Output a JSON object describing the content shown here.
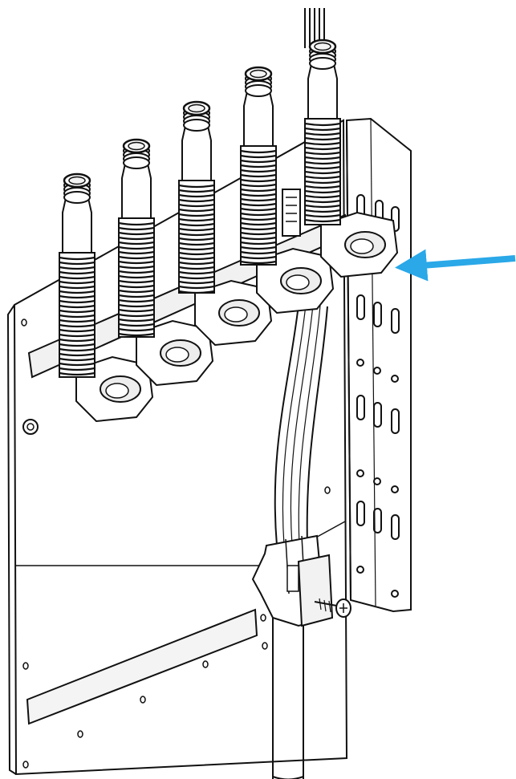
{
  "diagram": {
    "style": "black line-art technical illustration, white background",
    "colors": {
      "line": "#111111",
      "fill": "#ffffff",
      "shade": "#e9e9e9",
      "arrow": "#2aa8e8"
    },
    "components": [
      "wall-panel",
      "side-bracket",
      "vertical-pipe",
      "cable-bundle",
      "pipe-clamp",
      "clamp-screw",
      "corrugated-hose",
      "hose-holder-block"
    ],
    "hose_count": 5,
    "callout": {
      "icon": "arrow-left-icon",
      "target": "hose-holder-block"
    }
  }
}
